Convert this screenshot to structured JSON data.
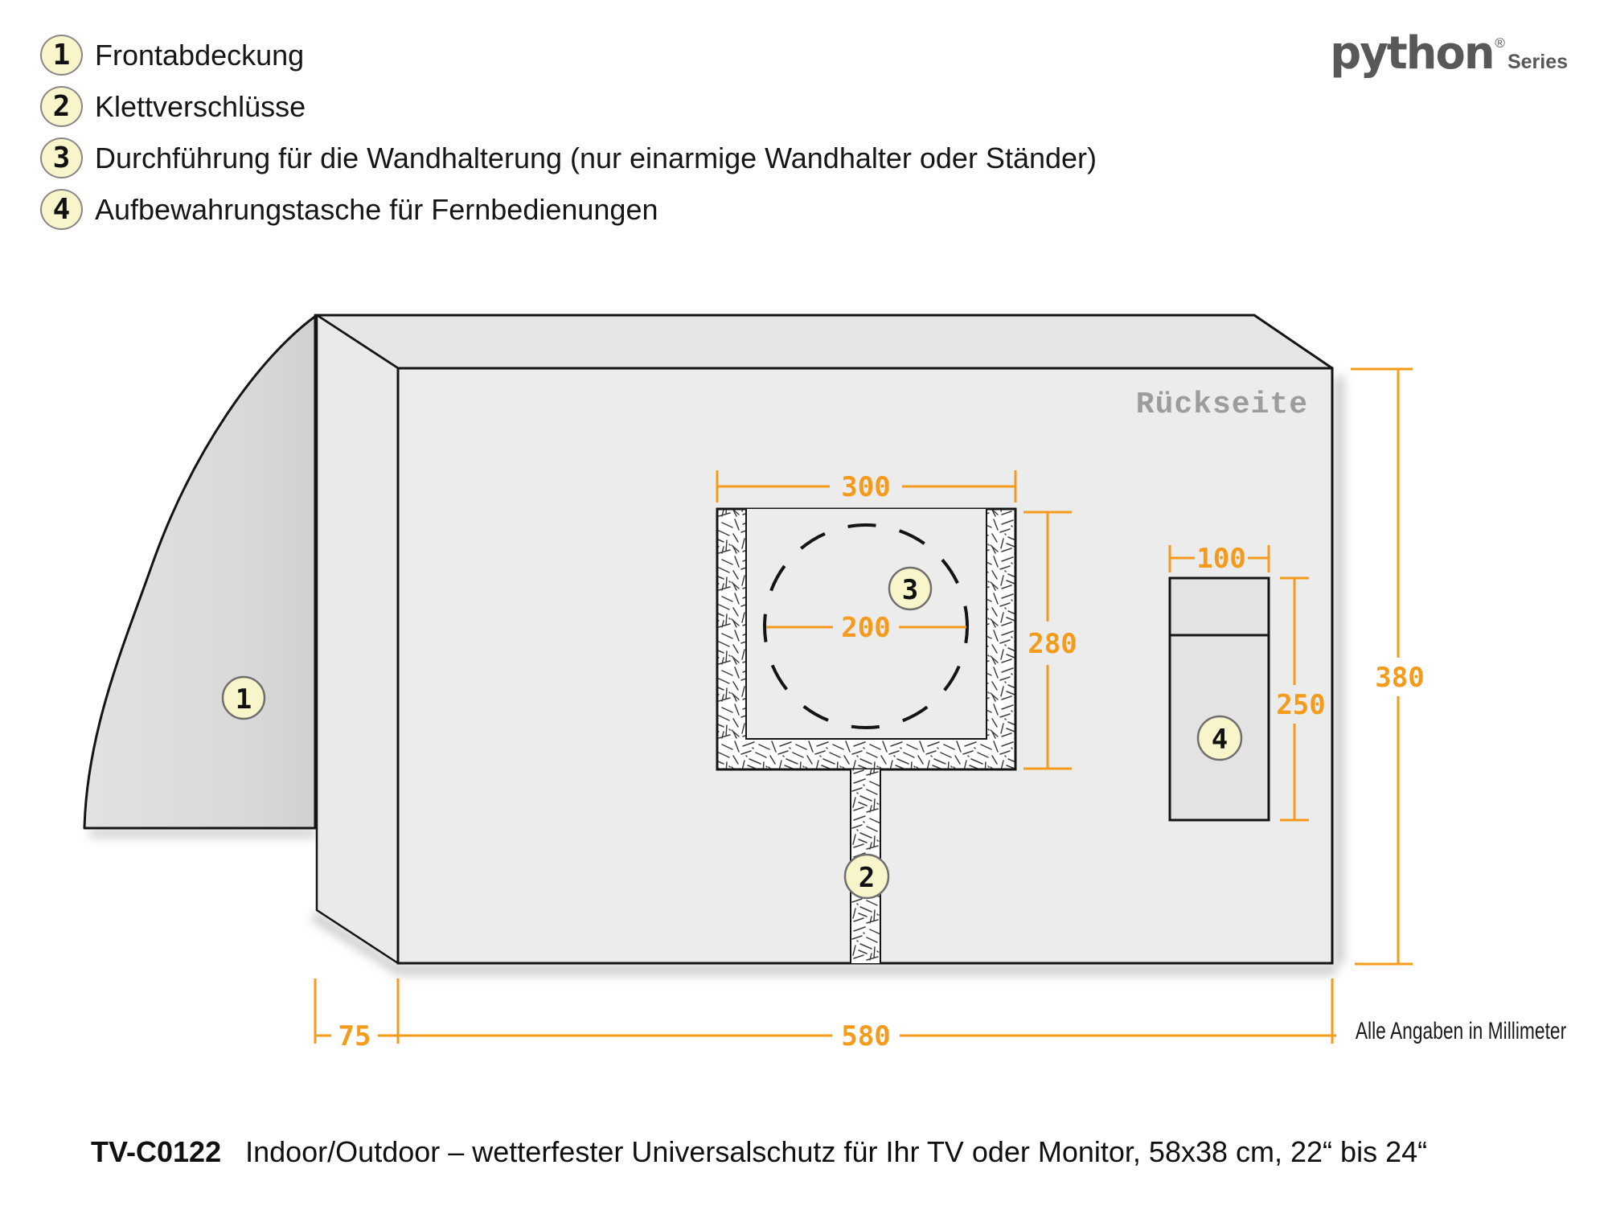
{
  "legend": {
    "items": [
      {
        "num": "1",
        "label": "Frontabdeckung"
      },
      {
        "num": "2",
        "label": "Klettverschlüsse"
      },
      {
        "num": "3",
        "label": "Durchführung für die Wandhalterung (nur einarmige Wandhalter oder Ständer)"
      },
      {
        "num": "4",
        "label": "Aufbewahrungstasche für Fernbedienungen"
      }
    ]
  },
  "logo": {
    "brand": "python",
    "reg": "®",
    "series": "Series"
  },
  "diagram": {
    "back_label": "Rückseite",
    "badges": [
      {
        "num": "1"
      },
      {
        "num": "2"
      },
      {
        "num": "3"
      },
      {
        "num": "4"
      }
    ],
    "dimensions": {
      "opening_width": "300",
      "opening_circle": "200",
      "opening_height": "280",
      "pocket_width": "100",
      "pocket_height": "250",
      "cover_height": "380",
      "cover_width": "580",
      "side_depth": "75"
    },
    "units_note": "Alle Angaben in Millimeter"
  },
  "caption": {
    "sku": "TV-C0122",
    "description": "Indoor/Outdoor – wetterfester Universalschutz für Ihr TV oder Monitor, 58x38 cm, 22“ bis 24“"
  },
  "colors": {
    "accent": "#F49B1C",
    "badge_fill": "#F8F5CB",
    "label_gray": "#9C9C9C",
    "logo_gray": "#58585A"
  }
}
